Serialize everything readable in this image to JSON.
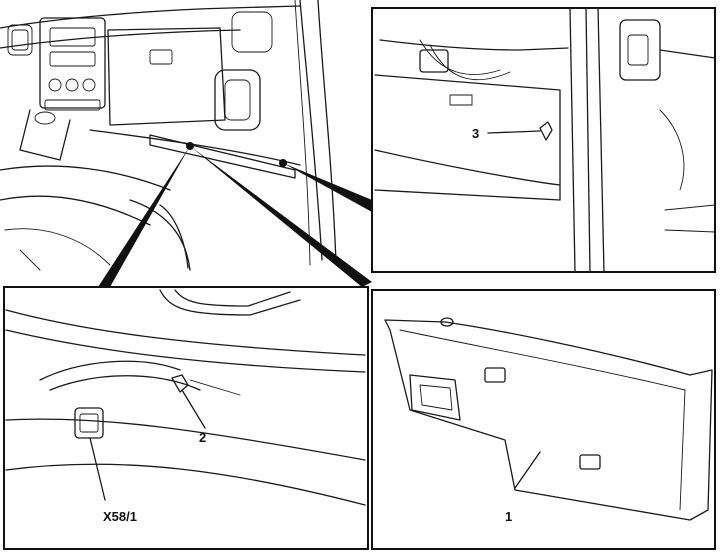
{
  "callouts": {
    "part_1": "1",
    "part_2": "2",
    "part_3": "3",
    "connector": "X58/1"
  },
  "colors": {
    "ink": "#1a1a1a",
    "paper": "#ffffff"
  }
}
